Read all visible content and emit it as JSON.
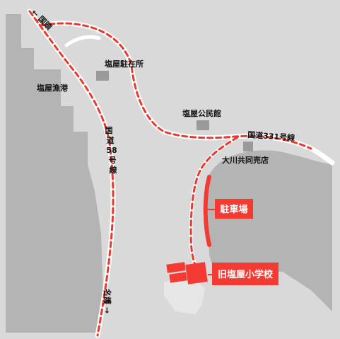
{
  "colors": {
    "background": "#ffffff",
    "land": "#d9d9d9",
    "sea": "#b4b4b4",
    "road": "#ffffff",
    "route": "#e8392e",
    "building": "#9a9a9a",
    "highlight": "#f43b33",
    "text": "#111111"
  },
  "labels": {
    "direction_kunigami": "← 国頭",
    "direction_nago": "名護 →",
    "police_box": "塩屋駐在所",
    "fishing_port": "塩屋漁港",
    "community_hall": "塩屋公民館",
    "route58_chars": [
      "国",
      "道",
      "58",
      "号",
      "線"
    ],
    "route331": "国道331号線",
    "coop_store": "大川共同売店",
    "parking": "駐車場",
    "school": "旧塩屋小学校"
  },
  "icons": {
    "arrow_left": "arrow-left-icon",
    "arrow_right": "arrow-right-icon"
  }
}
